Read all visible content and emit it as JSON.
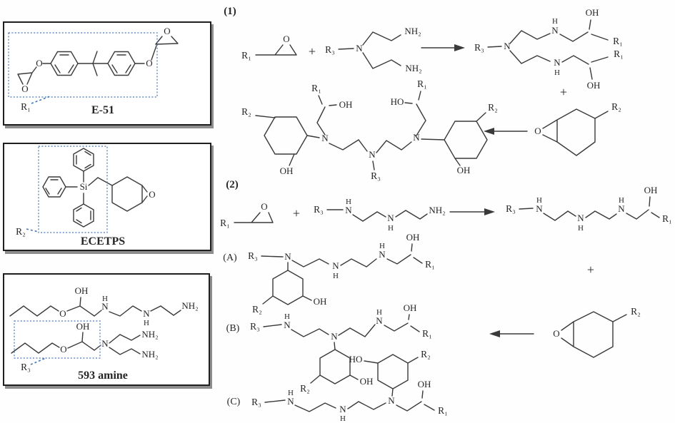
{
  "figure": {
    "type": "chemical-reaction-scheme",
    "panels": [
      {
        "name": "E-51"
      },
      {
        "name": "ECETPS"
      },
      {
        "name": "593 amine"
      }
    ],
    "steps": {
      "one": "(1)",
      "two": "(2)",
      "a": "(A)",
      "b": "(B)",
      "c": "(C)"
    },
    "atoms": {
      "o": "O",
      "n": "N",
      "h": "H",
      "si": "Si",
      "oh": "OH",
      "ho": "HO",
      "nh2": "NH₂"
    },
    "groups": {
      "r1": "R₁",
      "r2": "R₂",
      "r3": "R₃"
    },
    "operators": {
      "plus": "+"
    },
    "colors": {
      "bond": "#3a3a3a",
      "text": "#262626",
      "highlight_blue": "#4577b8",
      "panel_border": "#1f1f1f",
      "panel_shadow": "#8d8d8d",
      "background": "#ffffff"
    }
  }
}
